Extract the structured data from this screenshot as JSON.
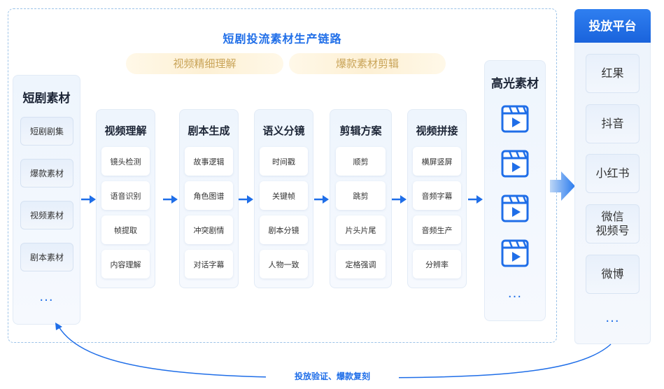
{
  "title": "短剧投流素材生产链路",
  "pills": [
    "视频精细理解",
    "爆款素材剪辑"
  ],
  "source": {
    "title": "短剧素材",
    "items": [
      "短剧剧集",
      "爆款素材",
      "视频素材",
      "剧本素材"
    ],
    "more": "..."
  },
  "stages": [
    {
      "title": "视频理解",
      "items": [
        "镜头检测",
        "语音识别",
        "帧提取",
        "内容理解"
      ]
    },
    {
      "title": "剧本生成",
      "items": [
        "故事逻辑",
        "角色图谱",
        "冲突剧情",
        "对话字幕"
      ]
    },
    {
      "title": "语义分镜",
      "items": [
        "时间戳",
        "关键帧",
        "剧本分镜",
        "人物一致"
      ]
    },
    {
      "title": "剪辑方案",
      "items": [
        "顺剪",
        "跳剪",
        "片头片尾",
        "定格强调"
      ]
    },
    {
      "title": "视频拼接",
      "items": [
        "横屏竖屏",
        "音频字幕",
        "音频生产",
        "分辨率"
      ]
    }
  ],
  "highlight": {
    "title": "高光素材",
    "icon": "video-play-icon",
    "more": "..."
  },
  "platform": {
    "title": "投放平台",
    "items": [
      "红果",
      "抖音",
      "小红书",
      "微信\n视频号",
      "微博"
    ],
    "more": "..."
  },
  "loop_label": "投放验证、爆款复刻",
  "colors": {
    "accent": "#1f6ee8",
    "gold": "#c9a458",
    "panel": "#eef5fd"
  }
}
